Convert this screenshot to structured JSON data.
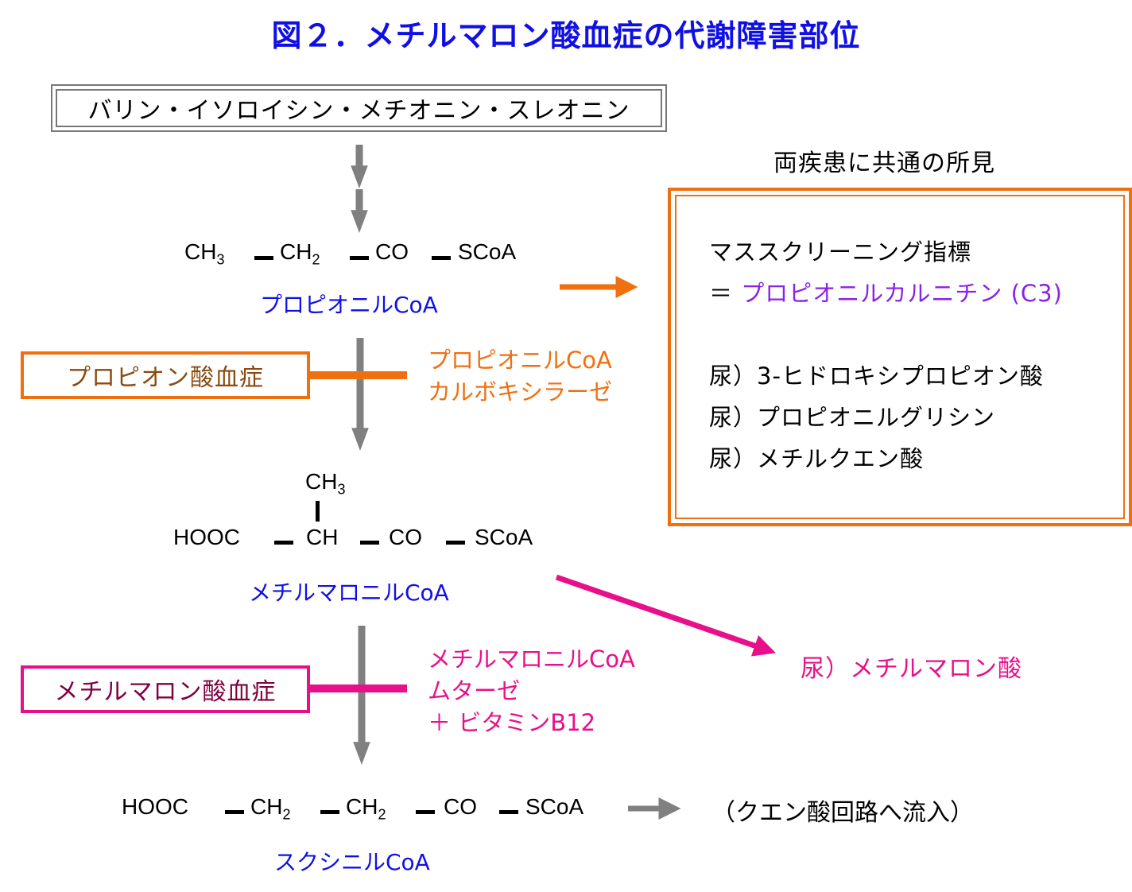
{
  "title": "図２．メチルマロン酸血症の代謝障害部位",
  "source_amino_acids": "バリン・イソロイシン・メチオニン・スレオニン",
  "propionyl_coa": {
    "formula": [
      {
        "text": "CH",
        "sub": "3"
      },
      {
        "text": "CH",
        "sub": "2"
      },
      {
        "text": "CO",
        "sub": ""
      },
      {
        "text": "SCoA",
        "sub": ""
      }
    ],
    "name": "プロピオニルCoA"
  },
  "methylmalonyl_coa": {
    "branch": {
      "text": "CH",
      "sub": "3"
    },
    "formula": [
      {
        "text": "HOOC",
        "sub": ""
      },
      {
        "text": "CH",
        "sub": ""
      },
      {
        "text": "CO",
        "sub": ""
      },
      {
        "text": "SCoA",
        "sub": ""
      }
    ],
    "name": "メチルマロニルCoA"
  },
  "succinyl_coa": {
    "formula": [
      {
        "text": "HOOC",
        "sub": ""
      },
      {
        "text": "CH",
        "sub": "2"
      },
      {
        "text": "CH",
        "sub": "2"
      },
      {
        "text": "CO",
        "sub": ""
      },
      {
        "text": "SCoA",
        "sub": ""
      }
    ],
    "name": "スクシニルCoA",
    "destination": "（クエン酸回路へ流入）"
  },
  "propionic_acidemia": {
    "disease": "プロピオン酸血症",
    "enzyme_line1": "プロピオニルCoA",
    "enzyme_line2": "カルボキシラーゼ"
  },
  "methylmalonic_acidemia": {
    "disease": "メチルマロン酸血症",
    "enzyme_line1": "メチルマロニルCoA",
    "enzyme_line2": "ムターゼ",
    "enzyme_line3": "＋ ビタミンB12",
    "urine_finding": "尿）メチルマロン酸"
  },
  "common_findings": {
    "heading": "両疾患に共通の所見",
    "screening_label": "マススクリーニング指標",
    "screening_eq": "＝ ",
    "screening_value": "プロピオニルカルニチン (C3)",
    "urine_items": [
      "尿）3-ヒドロキシプロピオン酸",
      "尿）プロピオニルグリシン",
      "尿）メチルクエン酸"
    ]
  },
  "colors": {
    "title_blue": "#1010e6",
    "orange": "#f07010",
    "pink": "#e8108a",
    "brown": "#8a4a10",
    "maroon": "#800040",
    "purple": "#8a22e8",
    "gray_arrow": "#808080"
  }
}
